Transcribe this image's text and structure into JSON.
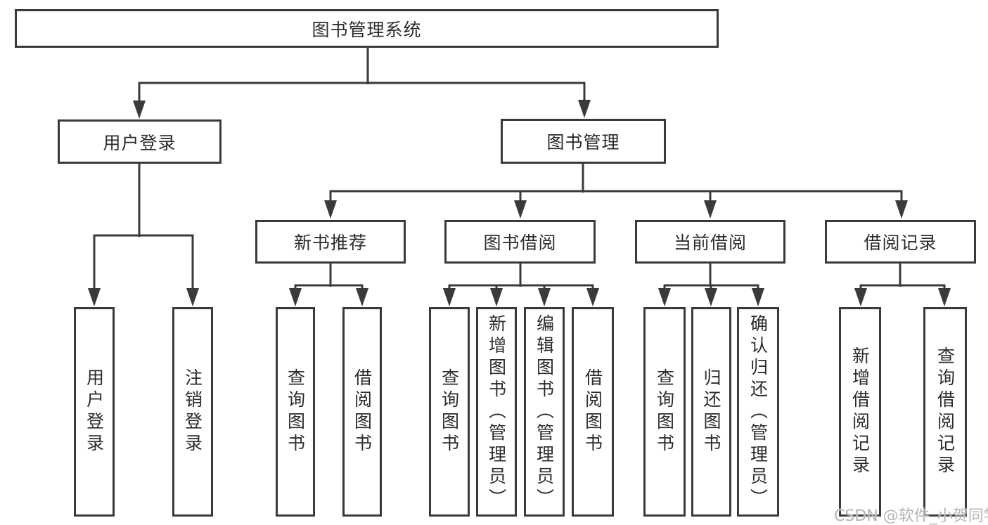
{
  "tree": {
    "root": {
      "label": "图书管理系统"
    },
    "branches": [
      {
        "label": "用户登录",
        "children": [
          {
            "label": "用户登录"
          },
          {
            "label": "注销登录"
          }
        ]
      },
      {
        "label": "图书管理",
        "children": [
          {
            "label": "新书推荐",
            "children": [
              {
                "label": "查询图书"
              },
              {
                "label": "借阅图书"
              }
            ]
          },
          {
            "label": "图书借阅",
            "children": [
              {
                "label": "查询图书"
              },
              {
                "label": "新增图书（管理员）"
              },
              {
                "label": "编辑图书（管理员）"
              },
              {
                "label": "借阅图书"
              }
            ]
          },
          {
            "label": "当前借阅",
            "children": [
              {
                "label": "查询图书"
              },
              {
                "label": "归还图书"
              },
              {
                "label": "确认归还（管理员）"
              }
            ]
          },
          {
            "label": "借阅记录",
            "children": [
              {
                "label": "新增借阅记录"
              },
              {
                "label": "查询借阅记录"
              }
            ]
          }
        ]
      }
    ]
  },
  "watermark": "CSDN @软件_小贺同学",
  "colors": {
    "line": "#3a3a3a",
    "text": "#2c2c2c",
    "watermark": "#b5b5b5",
    "background": "#ffffff"
  }
}
